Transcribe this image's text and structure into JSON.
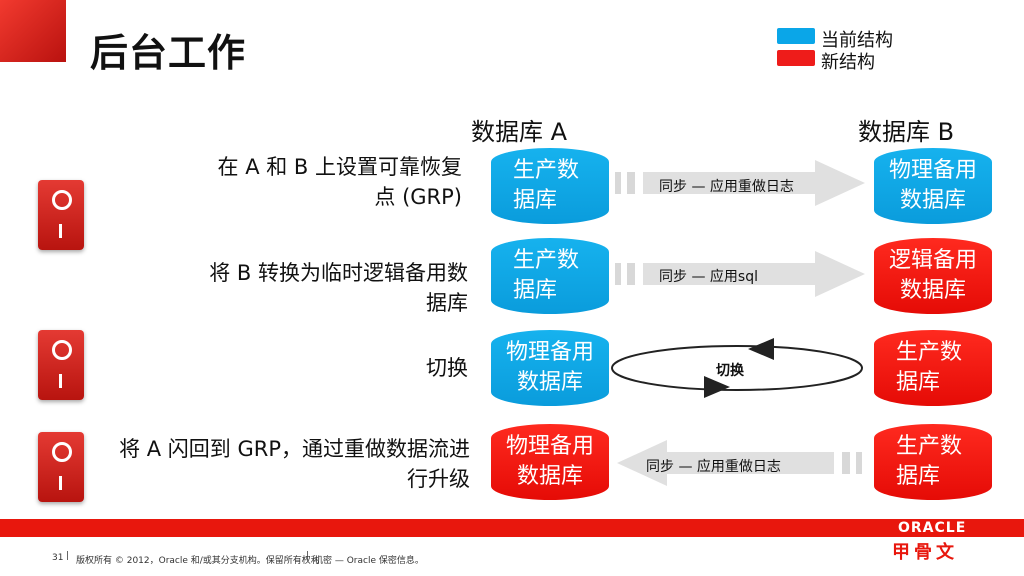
{
  "slide": {
    "title": "后台工作",
    "legend": [
      {
        "label": "当前结构",
        "color": "#0aa6e8"
      },
      {
        "label": "新结构",
        "color": "#ee1c1a"
      }
    ],
    "db_a_header": "数据库 A",
    "db_b_header": "数据库 B",
    "rows": [
      {
        "description": "在 A 和 B 上设置可靠恢复点 (GRP)",
        "db_a": "生产数据库",
        "arrow_label": "同步 — 应用重做日志",
        "db_b": "物理备用数据库"
      },
      {
        "description": "将 B 转换为临时逻辑备用数据库",
        "db_a": "生产数据库",
        "arrow_label": "同步 — 应用sql",
        "db_b": "逻辑备用数据库"
      },
      {
        "description": "切换",
        "db_a": "物理备用数据库",
        "arrow_label": "切换",
        "db_b": "生产数据库"
      },
      {
        "description": "将 A 闪回到 GRP，通过重做数据流进行升级",
        "db_a": "物理备用数据库",
        "arrow_label": "同步 — 应用重做日志",
        "db_b": "生产数据库"
      }
    ],
    "switch_labels": {
      "on": "O",
      "off": "I"
    }
  },
  "footer": {
    "page_number": "31",
    "copyright": "版权所有 © 2012，Oracle 和/或其分支机构。保留所有权利",
    "confidential": "机密 — Oracle 保密信息。"
  },
  "brand": {
    "logo": "ORACLE",
    "logo_cn": "甲骨文",
    "accent": "#e8170d"
  }
}
